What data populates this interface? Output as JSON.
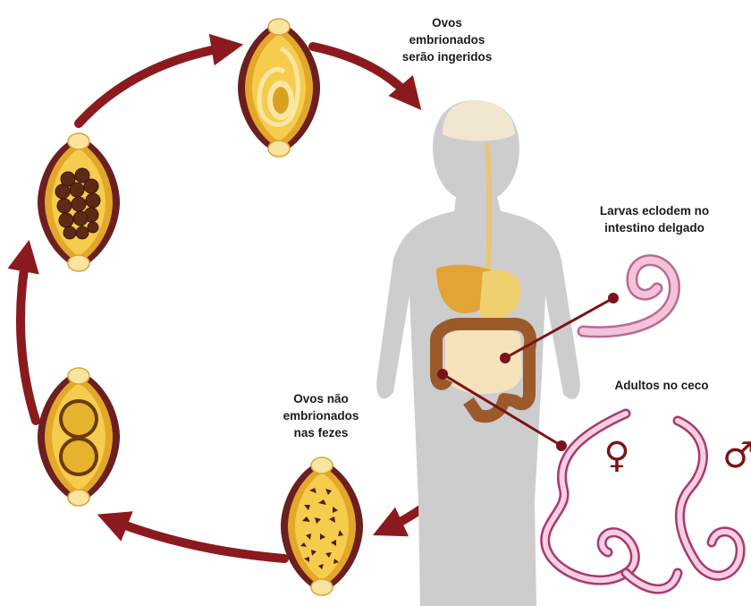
{
  "labels": {
    "embryonated_ingested": [
      "Ovos",
      "embrionados",
      "serão ingeridos"
    ],
    "larvae_hatch": [
      "Larvas eclodem no",
      "intestino delgado"
    ],
    "adults_cecum": [
      "Adultos no ceco"
    ],
    "unembryonated_feces": [
      "Ovos não",
      "embrionados",
      "nas fezes"
    ]
  },
  "symbols": {
    "female": "♀",
    "male": "♂"
  },
  "colors": {
    "arrow": "#8b1a1e",
    "egg_shell": "#6b1f1f",
    "egg_yolk": "#f3c23a",
    "egg_cap": "#fbe3a0",
    "body": "#c8c8c8",
    "worm_pink": "#e8a6c4",
    "intestine_brown": "#9c5a2a",
    "liver": "#e0a030"
  }
}
